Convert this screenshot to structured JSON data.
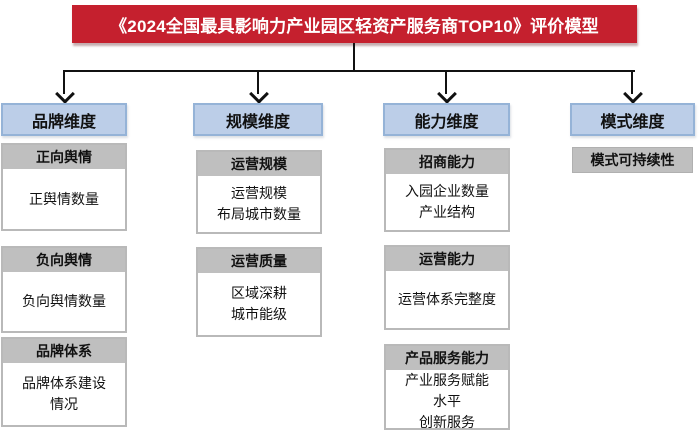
{
  "banner": {
    "title": "《2024全国最具影响力产业园区轻资产服务商TOP10》评价模型"
  },
  "colors": {
    "banner_red": "#c5202e",
    "dimension_blue_fill": "#bccee8",
    "dimension_blue_border": "#95b3d7",
    "card_header_gray": "#bfbfbf",
    "connector_black": "#111111"
  },
  "columns": [
    {
      "header": "品牌维度",
      "cards": [
        {
          "title": "正向舆情",
          "lines": [
            "正舆情数量"
          ]
        },
        {
          "title": "负向舆情",
          "lines": [
            "负向舆情数量"
          ]
        },
        {
          "title": "品牌体系",
          "lines": [
            "品牌体系建设",
            "情况"
          ]
        }
      ]
    },
    {
      "header": "规模维度",
      "cards": [
        {
          "title": "运营规模",
          "lines": [
            "运营规模",
            "布局城市数量"
          ]
        },
        {
          "title": "运营质量",
          "lines": [
            "区域深耕",
            "城市能级"
          ]
        }
      ]
    },
    {
      "header": "能力维度",
      "cards": [
        {
          "title": "招商能力",
          "lines": [
            "入园企业数量",
            "产业结构"
          ]
        },
        {
          "title": "运营能力",
          "lines": [
            "运营体系完整度"
          ]
        },
        {
          "title": "产品服务能力",
          "lines": [
            "产业服务赋能",
            "水平",
            "创新服务"
          ]
        }
      ]
    },
    {
      "header": "模式维度",
      "cards": [
        {
          "title": "模式可持续性",
          "lines": []
        }
      ]
    }
  ]
}
